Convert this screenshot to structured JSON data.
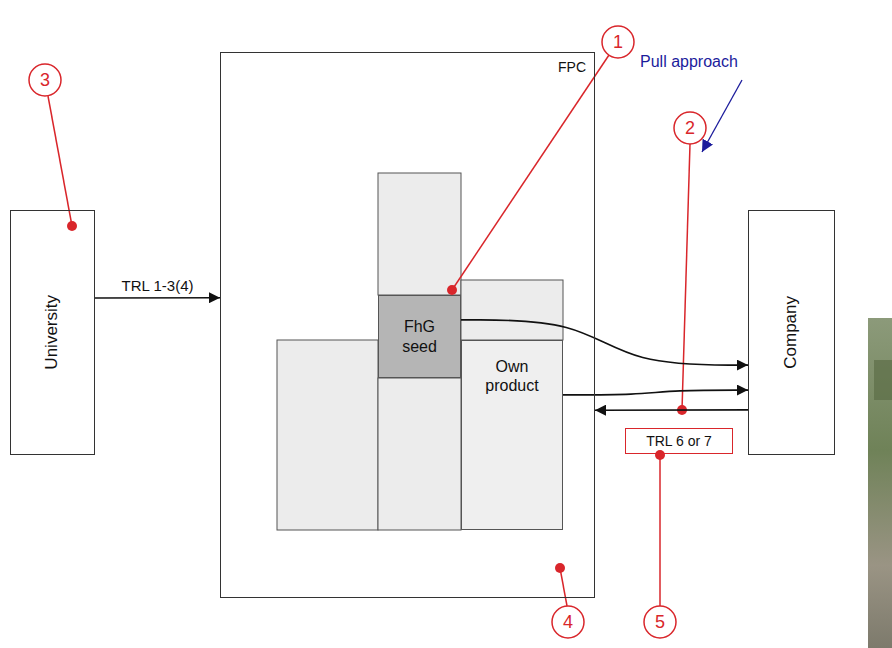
{
  "diagram": {
    "nodes": [
      {
        "text": [
          "University"
        ]
      },
      {
        "text": [
          "FPC"
        ]
      },
      {
        "text": [
          "FhG seed"
        ],
        "in": 1
      },
      {
        "text": [
          "Own product"
        ],
        "in": 1
      },
      {
        "text": [
          "Company"
        ]
      },
      {
        "text": [
          "TRL 6 or 7"
        ]
      }
    ],
    "edges": [
      {
        "from": 0,
        "to": 1,
        "arrow": "to",
        "label": "TRL 1-3(4)"
      },
      {
        "from": 4,
        "to": 1,
        "arrow": "to"
      },
      {
        "from": 2,
        "to": 4,
        "arrow": "to"
      },
      {
        "from": 3,
        "to": 4,
        "arrow": "to"
      }
    ],
    "labels": [
      "Pull approach",
      "1",
      "2",
      "3",
      "4",
      "5"
    ]
  }
}
